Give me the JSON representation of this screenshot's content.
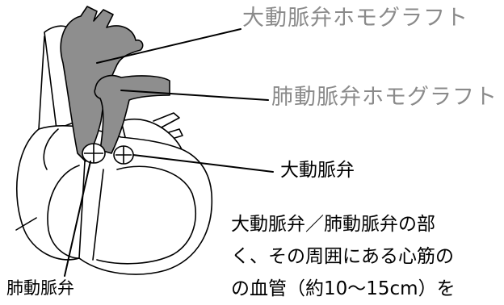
{
  "labels": {
    "aortic_homograft": "大動脈弁ホモグラフト",
    "pulmonary_homograft": "肺動脈弁ホモグラフト",
    "aortic_valve": "大動脈弁",
    "pulmonary_valve": "肺動脈弁"
  },
  "caption": {
    "line1": "大動脈弁／肺動脈弁の部",
    "line2": "く、その周囲にある心筋の",
    "line3": "の血管（約10〜15cm）を"
  },
  "colors": {
    "homograft_fill": "#8e8e8e",
    "outline": "#000000",
    "label_gray": "#8a8a8a"
  }
}
